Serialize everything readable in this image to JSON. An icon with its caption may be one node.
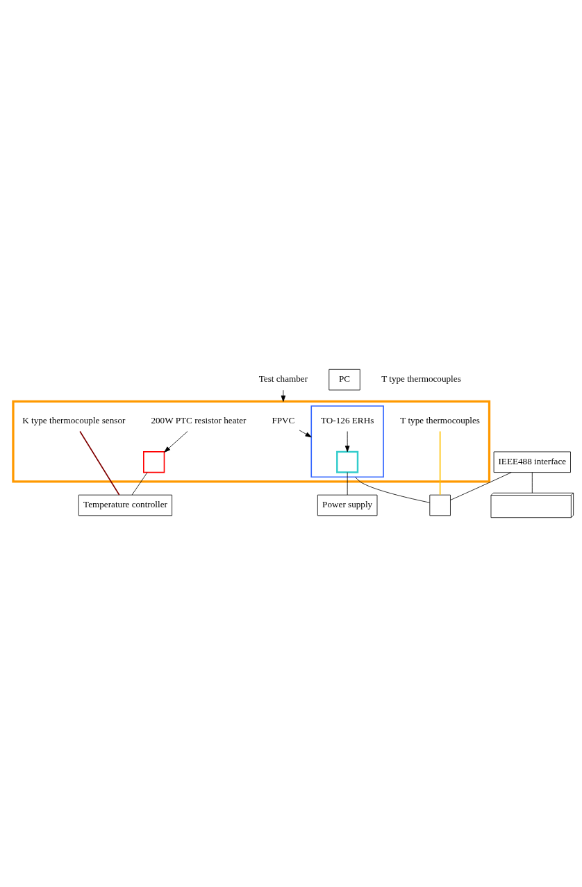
{
  "diagram": {
    "nodes": [
      {
        "text": [
          "Test chamber"
        ]
      },
      {
        "text": [],
        "shape": "box"
      },
      {
        "text": [
          "FPVC"
        ],
        "in": 1
      },
      {
        "text": [],
        "shape": "box",
        "in": 1
      },
      {
        "text": [],
        "shape": "box",
        "in": 3
      },
      {
        "text": [
          "TO-126 ERHs"
        ],
        "in": 3
      },
      {
        "text": [],
        "shape": "box",
        "in": 1
      },
      {
        "text": [
          "200W PTC resistor heater"
        ],
        "in": 1
      },
      {
        "text": [
          "K type thermocouple sensor"
        ],
        "in": 1
      },
      {
        "text": [
          "T type thermocouples"
        ],
        "in": 1
      },
      {
        "text": [
          "Temperature controller"
        ]
      },
      {
        "text": [
          "Power supply"
        ]
      },
      {
        "text": [],
        "shape": "box"
      },
      {
        "text": [
          "IEEE488 interface"
        ]
      },
      {
        "text": [
          "PC"
        ]
      },
      {
        "text": [],
        "shape": "keyboard"
      }
    ],
    "edges": [
      {
        "from": 0,
        "to": 1,
        "arrow": "to"
      },
      {
        "from": 2,
        "to": 3,
        "arrow": "to"
      },
      {
        "from": 5,
        "to": 4,
        "arrow": "to"
      },
      {
        "from": 7,
        "to": 6,
        "arrow": "to"
      },
      {
        "from": 4,
        "to": 11,
        "arrow": "none"
      },
      {
        "from": 6,
        "to": 10,
        "arrow": "none"
      },
      {
        "from": 8,
        "to": 10,
        "arrow": "none",
        "color": "#800000"
      },
      {
        "from": 9,
        "to": 12,
        "arrow": "none",
        "color": "#ffc000"
      },
      {
        "from": 3,
        "to": 12,
        "arrow": "none"
      },
      {
        "from": 13,
        "to": 12,
        "arrow": "none"
      },
      {
        "from": 13,
        "to": 15,
        "arrow": "none"
      }
    ],
    "labels": [
      "T type thermocouples"
    ]
  }
}
